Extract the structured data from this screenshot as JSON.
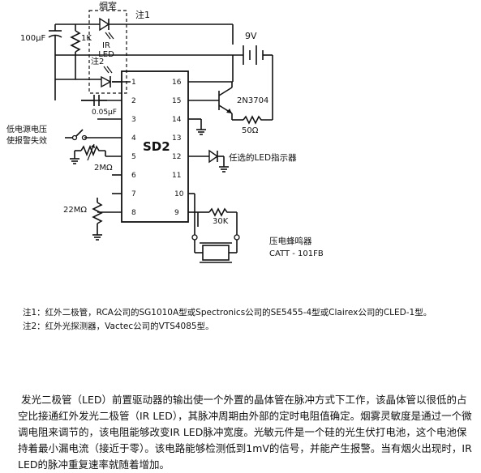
{
  "diagram": {
    "chamber_label": "烟室",
    "note1_marker": "注1",
    "note2_marker": "注2",
    "ir_led_label": "IR\nLED",
    "cap_100uf": "100μF",
    "res_1k": "1K",
    "battery_label": "9V",
    "cap_005uf": "0.05μF",
    "transistor_label": "2N3704",
    "res_50": "50Ω",
    "low_voltage_label": "低电源电压\n使报警失效",
    "pot_2m": "2MΩ",
    "chip_label": "SD2",
    "optional_led_label": "任选的LED指示器",
    "res_22m": "22MΩ",
    "res_30k": "30K",
    "buzzer_label": "压电蜂鸣器",
    "buzzer_model": "CATT - 101FB",
    "pins_left": [
      "1",
      "2",
      "3",
      "4",
      "5",
      "6",
      "7",
      "8"
    ],
    "pins_right": [
      "16",
      "15",
      "14",
      "13",
      "12",
      "11",
      "10",
      "9"
    ]
  },
  "notes": {
    "note1": "注1：红外二极管，RCA公司的SG1010A型或Spectronics公司的SE5455-4型或Clairex公司的CLED-1型。",
    "note2": "注2：红外光探测器，Vactec公司的VTS4085型。"
  },
  "description": "发光二极管（LED）前置驱动器的输出使一个外置的晶体管在脉冲方式下工作，该晶体管以很低的占空比接通红外发光二极管（IR LED），其脉冲周期由外部的定时电阻值确定。烟雾灵敏度是通过一个微调电阻来调节的，该电阻能够改变IR LED脉冲宽度。光敏元件是一个硅的光生伏打电池，这个电池保持着最小漏电流（接近于零）。该电路能够检测低到1mV的信号，并能产生报警。当有烟火出现时，IR LED的脉冲重复速率就随着增加。"
}
